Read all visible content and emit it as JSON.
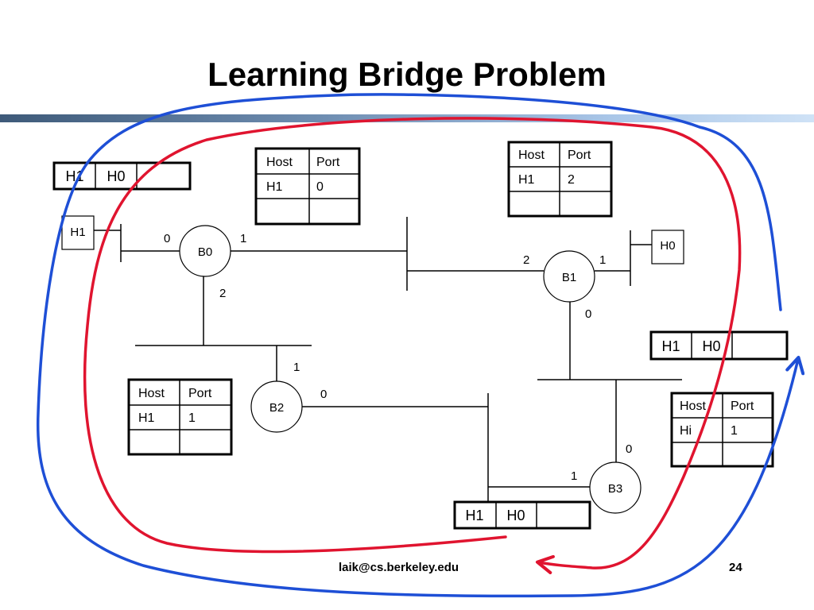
{
  "slide": {
    "title": "Learning Bridge Problem",
    "footer_email": "laik@cs.berkeley.edu",
    "page_number": "24"
  },
  "bridges": {
    "b0": "B0",
    "b1": "B1",
    "b2": "B2",
    "b3": "B3"
  },
  "hosts": {
    "h1": "H1",
    "h0": "H0"
  },
  "ports": {
    "b0_left": "0",
    "b0_right": "1",
    "b0_bottom": "2",
    "b1_left": "2",
    "b1_right": "1",
    "b1_bottom": "0",
    "b2_top": "1",
    "b2_right": "0",
    "b3_top": "0",
    "b3_left": "1"
  },
  "tables": {
    "header_host": "Host",
    "header_port": "Port",
    "b0": {
      "host": "H1",
      "port": "0"
    },
    "b1": {
      "host": "H1",
      "port": "2"
    },
    "b2": {
      "host": "H1",
      "port": "1"
    },
    "b3": {
      "host": "Hi",
      "port": "1"
    }
  },
  "frames": {
    "top_left": [
      "H1",
      "H0"
    ],
    "right": [
      "H1",
      "H0"
    ],
    "bottom": [
      "H1",
      "H0"
    ]
  },
  "colors": {
    "loop_blue": "#1e4fd6",
    "loop_red": "#e0142f",
    "band_start": "#3e5a79",
    "band_end": "#cfe2f6"
  }
}
